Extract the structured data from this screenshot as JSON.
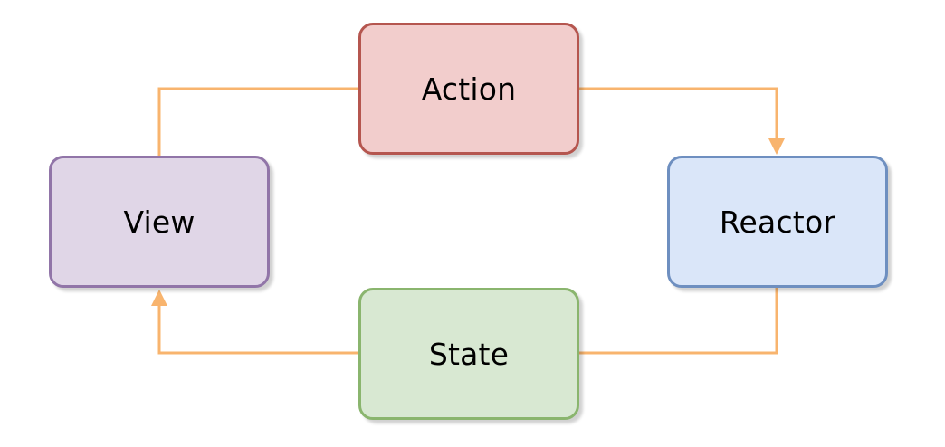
{
  "diagram": {
    "connector_color": "#f8b46e",
    "nodes": {
      "action": {
        "label": "Action",
        "fill": "#f2cdcc",
        "stroke": "#b5564f"
      },
      "reactor": {
        "label": "Reactor",
        "fill": "#dae6f9",
        "stroke": "#6e8fc0"
      },
      "state": {
        "label": "State",
        "fill": "#d8e8d2",
        "stroke": "#8ab56e"
      },
      "view": {
        "label": "View",
        "fill": "#e0d6e7",
        "stroke": "#9175a8"
      }
    },
    "edges": [
      {
        "from": "action",
        "to": "reactor"
      },
      {
        "from": "reactor",
        "to": "state"
      },
      {
        "from": "state",
        "to": "view"
      },
      {
        "from": "view",
        "to": "action"
      }
    ]
  }
}
